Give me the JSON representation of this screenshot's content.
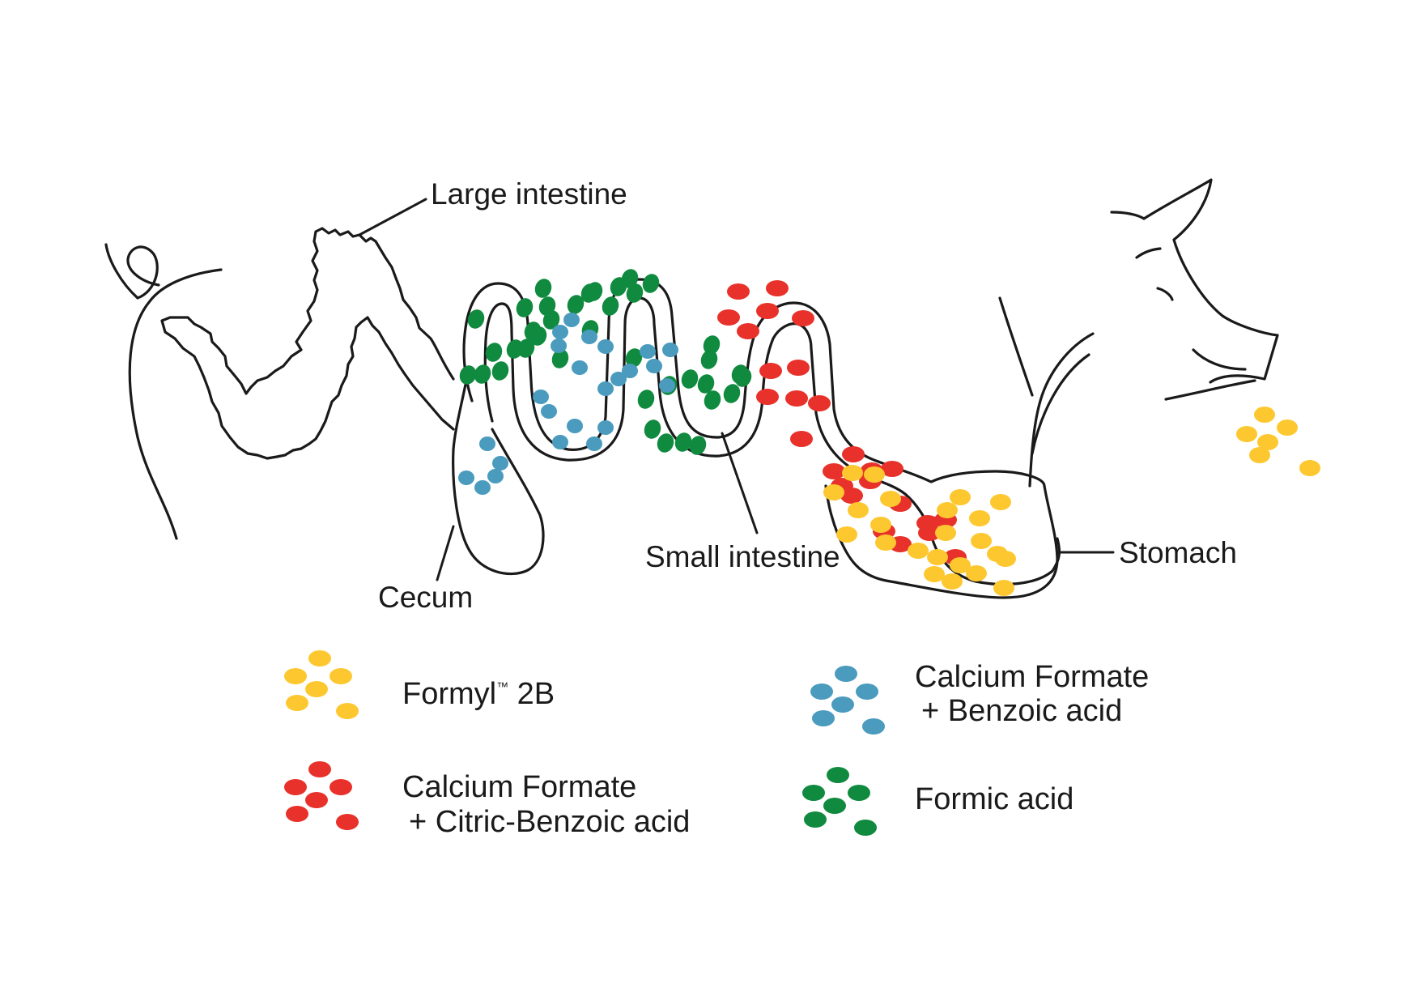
{
  "labels": {
    "large_intestine": "Large intestine",
    "cecum": "Cecum",
    "small_intestine": "Small intestine",
    "stomach": "Stomach"
  },
  "legend": {
    "formyl_name": "Formyl",
    "formyl_tm": "™",
    "formyl_suffix": " 2B",
    "citric_line1": "Calcium Formate",
    "citric_line2": "+ Citric-Benzoic acid",
    "benzoic_line1": "Calcium Formate",
    "benzoic_line2": "+ Benzoic acid",
    "formic": "Formic acid"
  },
  "colors": {
    "formyl": "#FDC82F",
    "citric": "#E8312A",
    "benzoic": "#4A9BBE",
    "formic": "#0F8A3E",
    "outline": "#1A1A1A"
  }
}
